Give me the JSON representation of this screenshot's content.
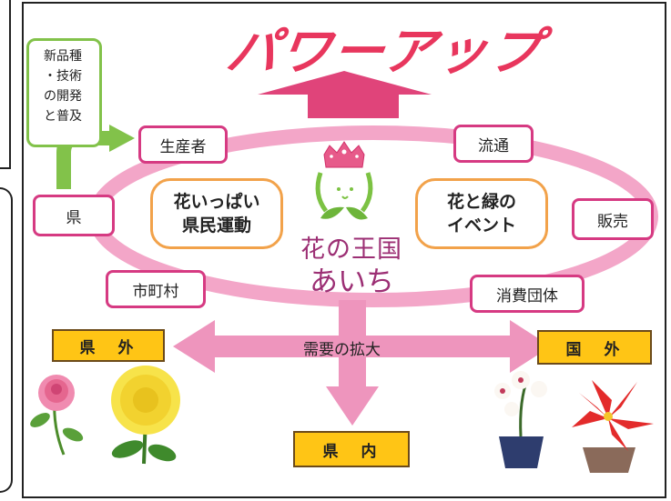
{
  "title": "パワーアップ",
  "actors": {
    "producer": "生産者",
    "distribution": "流通",
    "prefecture": "県",
    "sales": "販売",
    "municipality": "市町村",
    "consumer_groups": "消費団体"
  },
  "support_box": {
    "lines": [
      "新品種",
      "・技術",
      "の開発",
      "と普及"
    ]
  },
  "initiatives": {
    "left": [
      "花いっぱい",
      "県民運動"
    ],
    "right": [
      "花と緑の",
      "イベント"
    ]
  },
  "logo": {
    "line1": "花の王国",
    "line2": "あいち"
  },
  "demand": {
    "label": "需要の拡大",
    "left_target": "県　外",
    "right_target": "国　外",
    "bottom_target": "県　内"
  },
  "colors": {
    "ring": "#f3a6c8",
    "box_border": "#d63a82",
    "title": "#e8365d",
    "up_arrow": "#e0447a",
    "green": "#82c24a",
    "orange": "#f2a24a",
    "target_fill": "#ffc515",
    "demand_arrow": "#ee95bd"
  }
}
